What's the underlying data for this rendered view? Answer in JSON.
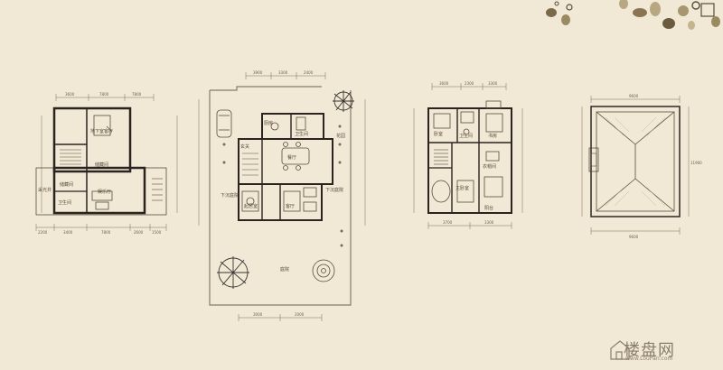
{
  "plans": {
    "basement": {
      "rooms": {
        "living": "地下室客厅",
        "storage": "储藏间",
        "family": "娱乐厅",
        "light_well": "采光井",
        "store": "储藏间",
        "bath": "卫生间"
      },
      "dims_top": [
        "3600",
        "7800",
        "7800"
      ],
      "dims_bottom": [
        "2200",
        "3400",
        "7800",
        "2600",
        "1500"
      ]
    },
    "ground": {
      "rooms": {
        "kitchen": "厨房",
        "bath": "卫生间",
        "dining": "餐厅",
        "entry": "玄关",
        "living": "起居室",
        "lounge": "客厅",
        "garden": "花园",
        "terrace": "下沉庭院",
        "terrace2": "下沉庭院",
        "yard": "庭院"
      },
      "dims_top": [
        "3900",
        "3300",
        "2400"
      ],
      "dims_bottom": [
        "3000",
        "2000"
      ]
    },
    "upper": {
      "rooms": {
        "bedroom": "卧室",
        "bath": "卫生间",
        "study": "书房",
        "master": "主卧室",
        "closet": "衣帽间",
        "balcony": "阳台"
      },
      "dims_top": [
        "3600",
        "2300",
        "3300"
      ],
      "dims_bottom": [
        "3700",
        "3300"
      ]
    },
    "roof": {
      "dims_top": [
        "9600"
      ],
      "dims_bottom": [
        "9600"
      ],
      "dims_side": [
        "11900"
      ]
    }
  },
  "watermark": {
    "brand": "楼盘网",
    "url": "www.LouPan.com"
  }
}
